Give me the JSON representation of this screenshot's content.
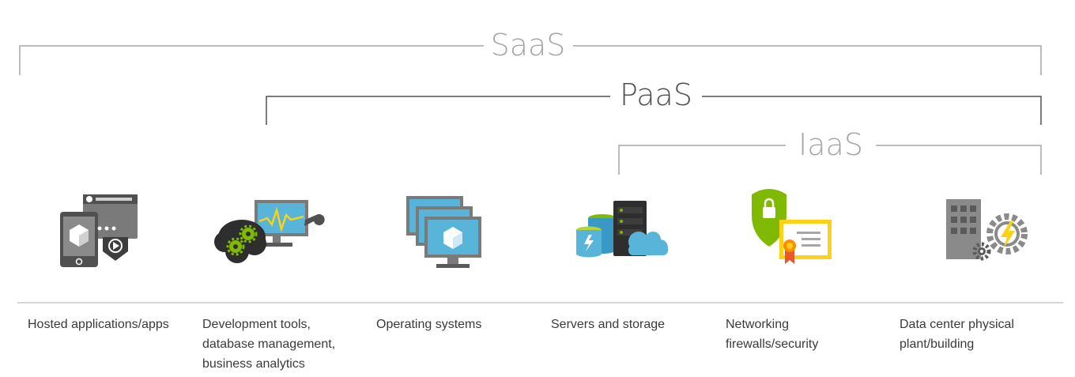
{
  "tiers": {
    "saas": {
      "label": "SaaS",
      "color": "#a6a6a6"
    },
    "paas": {
      "label": "PaaS",
      "color": "#505050"
    },
    "iaas": {
      "label": "IaaS",
      "color": "#a6a6a6"
    }
  },
  "items": [
    {
      "icon": "hosted-apps-icon",
      "lines": [
        "Hosted applications/apps"
      ]
    },
    {
      "icon": "dev-tools-icon",
      "lines": [
        "Development tools,",
        "database management,",
        "business analytics"
      ]
    },
    {
      "icon": "operating-systems-icon",
      "lines": [
        "Operating systems"
      ]
    },
    {
      "icon": "servers-storage-icon",
      "lines": [
        "Servers and storage"
      ]
    },
    {
      "icon": "networking-security-icon",
      "lines": [
        "Networking",
        "firewalls/security"
      ]
    },
    {
      "icon": "datacenter-building-icon",
      "lines": [
        "Data center physical",
        "plant/building"
      ]
    }
  ],
  "colors": {
    "azure_blue": "#59b4d9",
    "dark_blue": "#3999c6",
    "gray": "#7a7a7a",
    "dark_gray": "#3e3e3e",
    "green": "#7fba00",
    "yellow": "#fcd116",
    "orange": "#ff8c00"
  }
}
